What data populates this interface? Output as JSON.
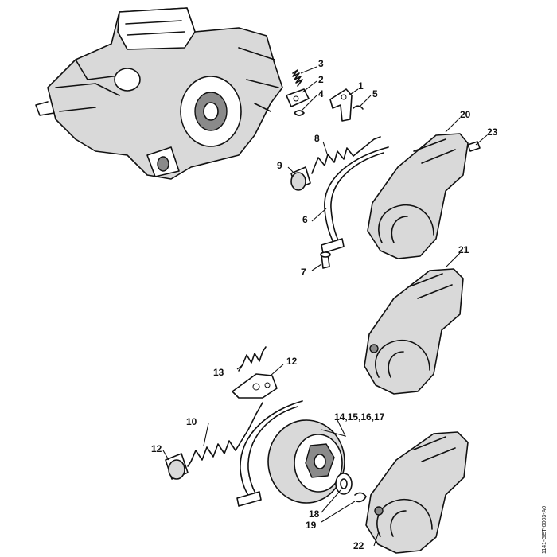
{
  "callouts": {
    "c1": "1",
    "c2": "2",
    "c3": "3",
    "c4": "4",
    "c5": "5",
    "c6": "6",
    "c7": "7",
    "c8": "8",
    "c9": "9",
    "c10": "10",
    "c12a": "12",
    "c12b": "12",
    "c13": "13",
    "c14": "14,15,16,17",
    "c18": "18",
    "c19": "19",
    "c20": "20",
    "c21": "21",
    "c22": "22",
    "c23": "23"
  },
  "drawing_code": "1141-GET-0003-A0"
}
